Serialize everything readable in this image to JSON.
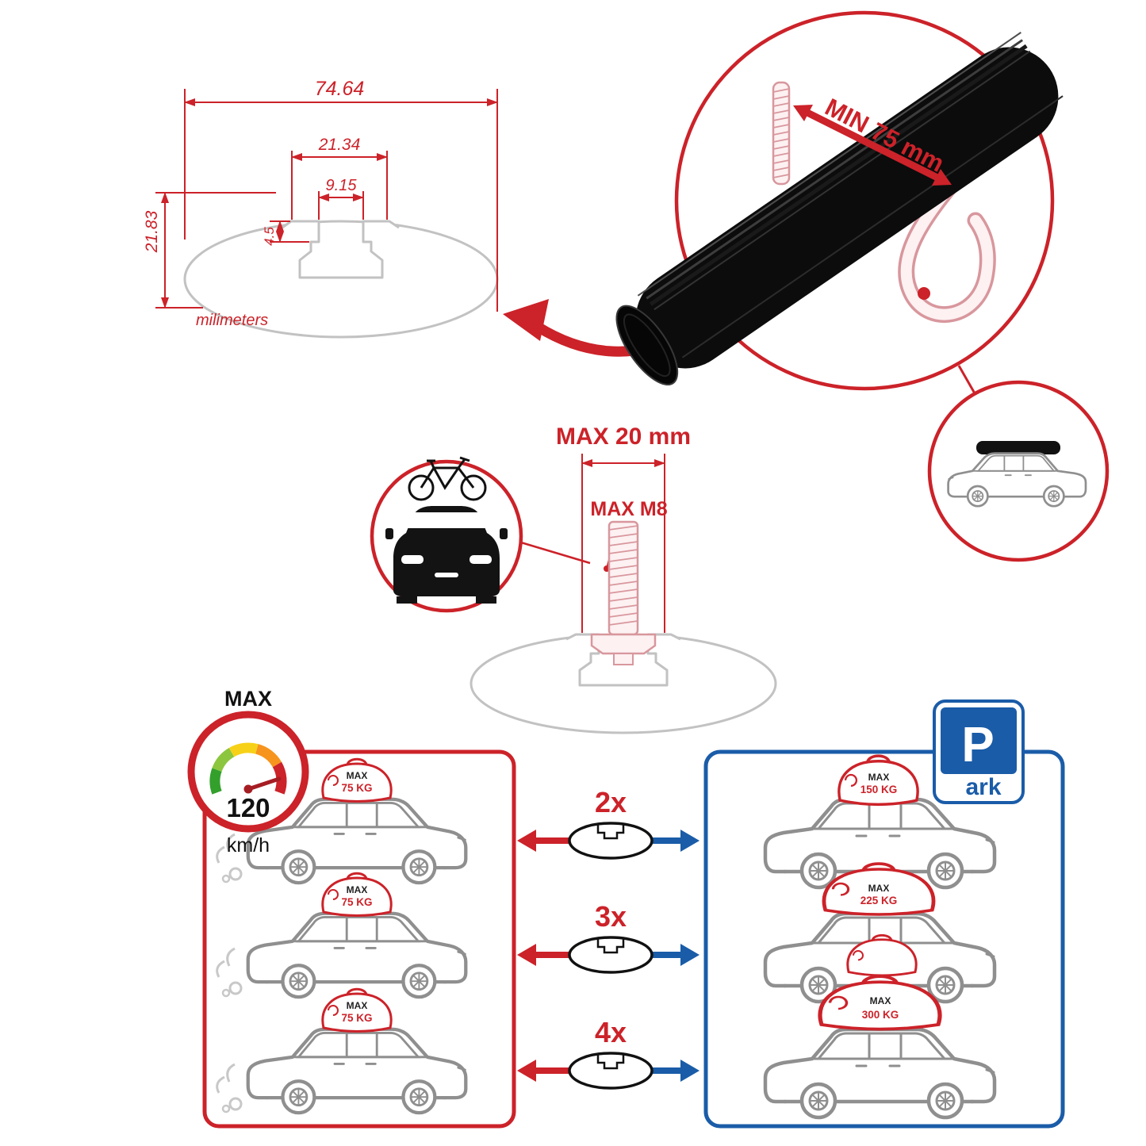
{
  "colors": {
    "accent_red": "#cc2229",
    "accent_blue": "#1a5ca8",
    "drawing_gray": "#c2c2c2",
    "bar_black": "#0c0c0c",
    "thread_pink": "#d8979d"
  },
  "tech_drawing": {
    "dim_total_width": "74.64",
    "dim_slot_outer": "21.34",
    "dim_slot_opening": "9.15",
    "dim_lip_height": "4.5",
    "dim_total_height": "21.83",
    "unit_label": "milimeters"
  },
  "bar_detail": {
    "min_clamp_label": "MIN 75 mm"
  },
  "bolt_detail": {
    "max_width_label": "MAX 20 mm",
    "max_thread_label": "MAX M8"
  },
  "speedometer": {
    "label": "MAX",
    "value": "120",
    "unit": "km/h"
  },
  "park_sign": {
    "letter": "P",
    "suffix": "ark"
  },
  "comparison": {
    "rows": [
      {
        "multiplier": "2x",
        "drive_tag": "MAX",
        "drive_load": "75 KG",
        "park_tag": "MAX",
        "park_load": "150 KG"
      },
      {
        "multiplier": "3x",
        "drive_tag": "MAX",
        "drive_load": "75 KG",
        "park_tag": "MAX",
        "park_load": "225 KG"
      },
      {
        "multiplier": "4x",
        "drive_tag": "MAX",
        "drive_load": "75 KG",
        "park_tag": "MAX",
        "park_load": "300 KG"
      }
    ]
  }
}
